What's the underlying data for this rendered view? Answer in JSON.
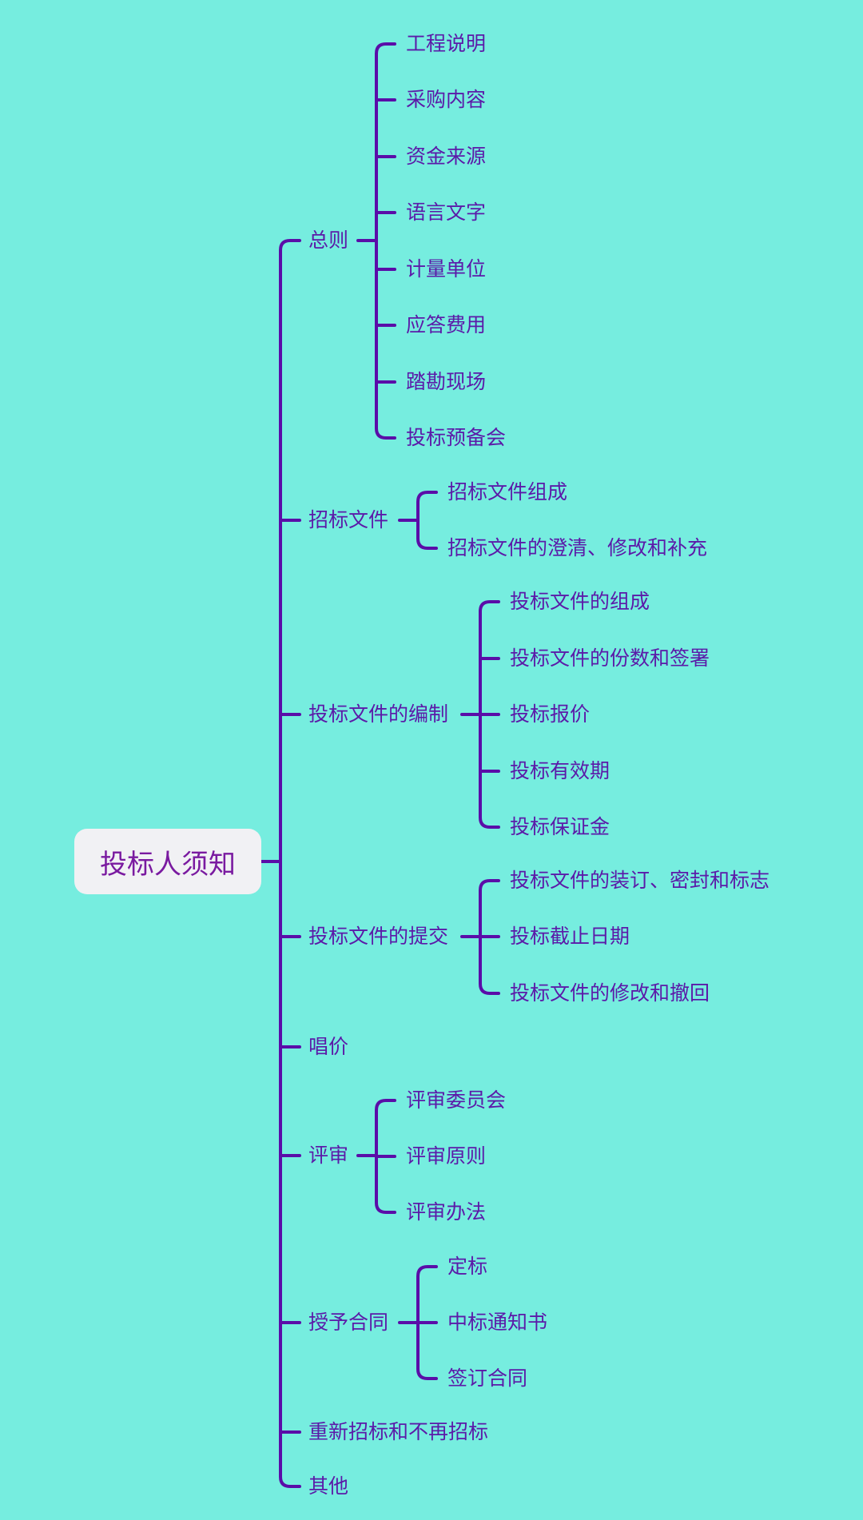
{
  "root": "投标人须知",
  "branches": [
    {
      "label": "总则",
      "children": [
        "工程说明",
        "采购内容",
        "资金来源",
        "语言文字",
        "计量单位",
        "应答费用",
        "踏勘现场",
        "投标预备会"
      ]
    },
    {
      "label": "招标文件",
      "children": [
        "招标文件组成",
        "招标文件的澄清、修改和补充"
      ]
    },
    {
      "label": "投标文件的编制",
      "children": [
        "投标文件的组成",
        "投标文件的份数和签署",
        "投标报价",
        "投标有效期",
        "投标保证金"
      ]
    },
    {
      "label": "投标文件的提交",
      "children": [
        "投标文件的装订、密封和标志",
        "投标截止日期",
        "投标文件的修改和撤回"
      ]
    },
    {
      "label": "唱价",
      "children": []
    },
    {
      "label": "评审",
      "children": [
        "评审委员会",
        "评审原则",
        "评审办法"
      ]
    },
    {
      "label": "授予合同",
      "children": [
        "定标",
        "中标通知书",
        "签订合同"
      ]
    },
    {
      "label": "重新招标和不再招标",
      "children": []
    },
    {
      "label": "其他",
      "children": []
    }
  ],
  "colors": {
    "background": "#76EDDF",
    "line": "#5A0DA8",
    "text": "#5B1AA8",
    "root_text": "#7A1AA0",
    "root_bg": "#F1F1F4"
  }
}
